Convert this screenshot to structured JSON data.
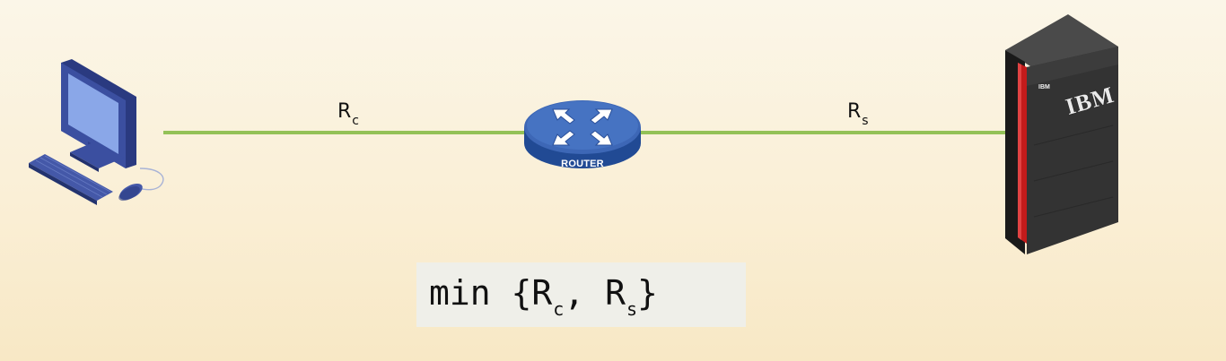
{
  "links": {
    "client_rate": {
      "main": "R",
      "sub": "c"
    },
    "server_rate": {
      "main": "R",
      "sub": "s"
    }
  },
  "router": {
    "label": "ROUTER"
  },
  "server": {
    "brand": "IBM",
    "badge": "IBM"
  },
  "formula": {
    "prefix": "min {",
    "term1_main": "R",
    "term1_sub": "c",
    "separator": ", ",
    "term2_main": "R",
    "term2_sub": "s",
    "suffix": "}"
  },
  "colors": {
    "link": "#93c157",
    "router_top": "#3d67b6",
    "router_side": "#214a94",
    "computer": "#3b4fa0",
    "screen": "#8aa7e8",
    "server_body": "#2e2e2e",
    "server_stripe": "#c31b1b"
  },
  "icons": {
    "computer": "desktop-computer-icon",
    "router": "router-icon",
    "server": "mainframe-server-icon"
  }
}
